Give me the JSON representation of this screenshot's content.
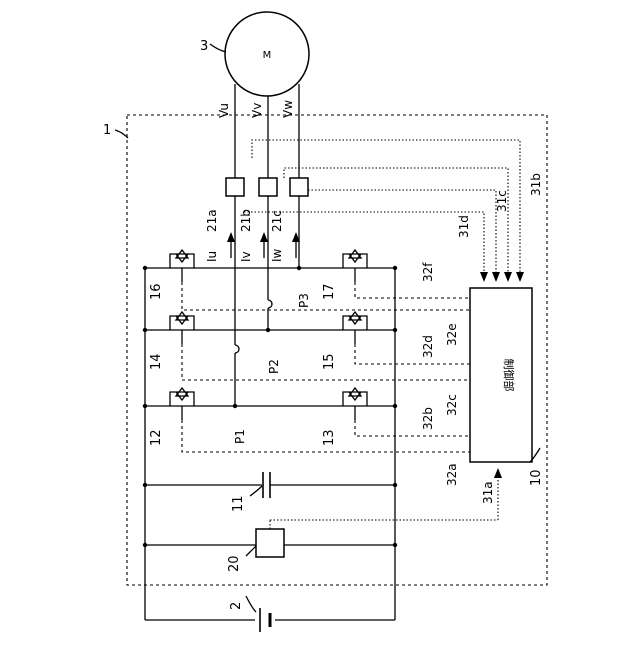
{
  "diagram": {
    "labels": {
      "device": "1",
      "battery": "2",
      "motor_ref": "3",
      "motor_text": "M",
      "controller_ref": "10",
      "controller_text": "制御部",
      "capacitor": "11",
      "sw12": "12",
      "sw13": "13",
      "sw14": "14",
      "sw15": "15",
      "sw16": "16",
      "sw17": "17",
      "sensor_current": "20",
      "sensor_u": "21a",
      "sensor_v": "21b",
      "sensor_w": "21c",
      "sig_31a": "31a",
      "sig_31b": "31b",
      "sig_31c": "31c",
      "sig_31d": "31d",
      "gate_32a": "32a",
      "gate_32b": "32b",
      "gate_32c": "32c",
      "gate_32d": "32d",
      "gate_32e": "32e",
      "gate_32f": "32f",
      "p1": "P1",
      "p2": "P2",
      "p3": "P3",
      "iu": "Iu",
      "iv": "Iv",
      "iw": "Iw",
      "vu": "Vu",
      "vv": "Vv",
      "vw": "Vw"
    }
  }
}
